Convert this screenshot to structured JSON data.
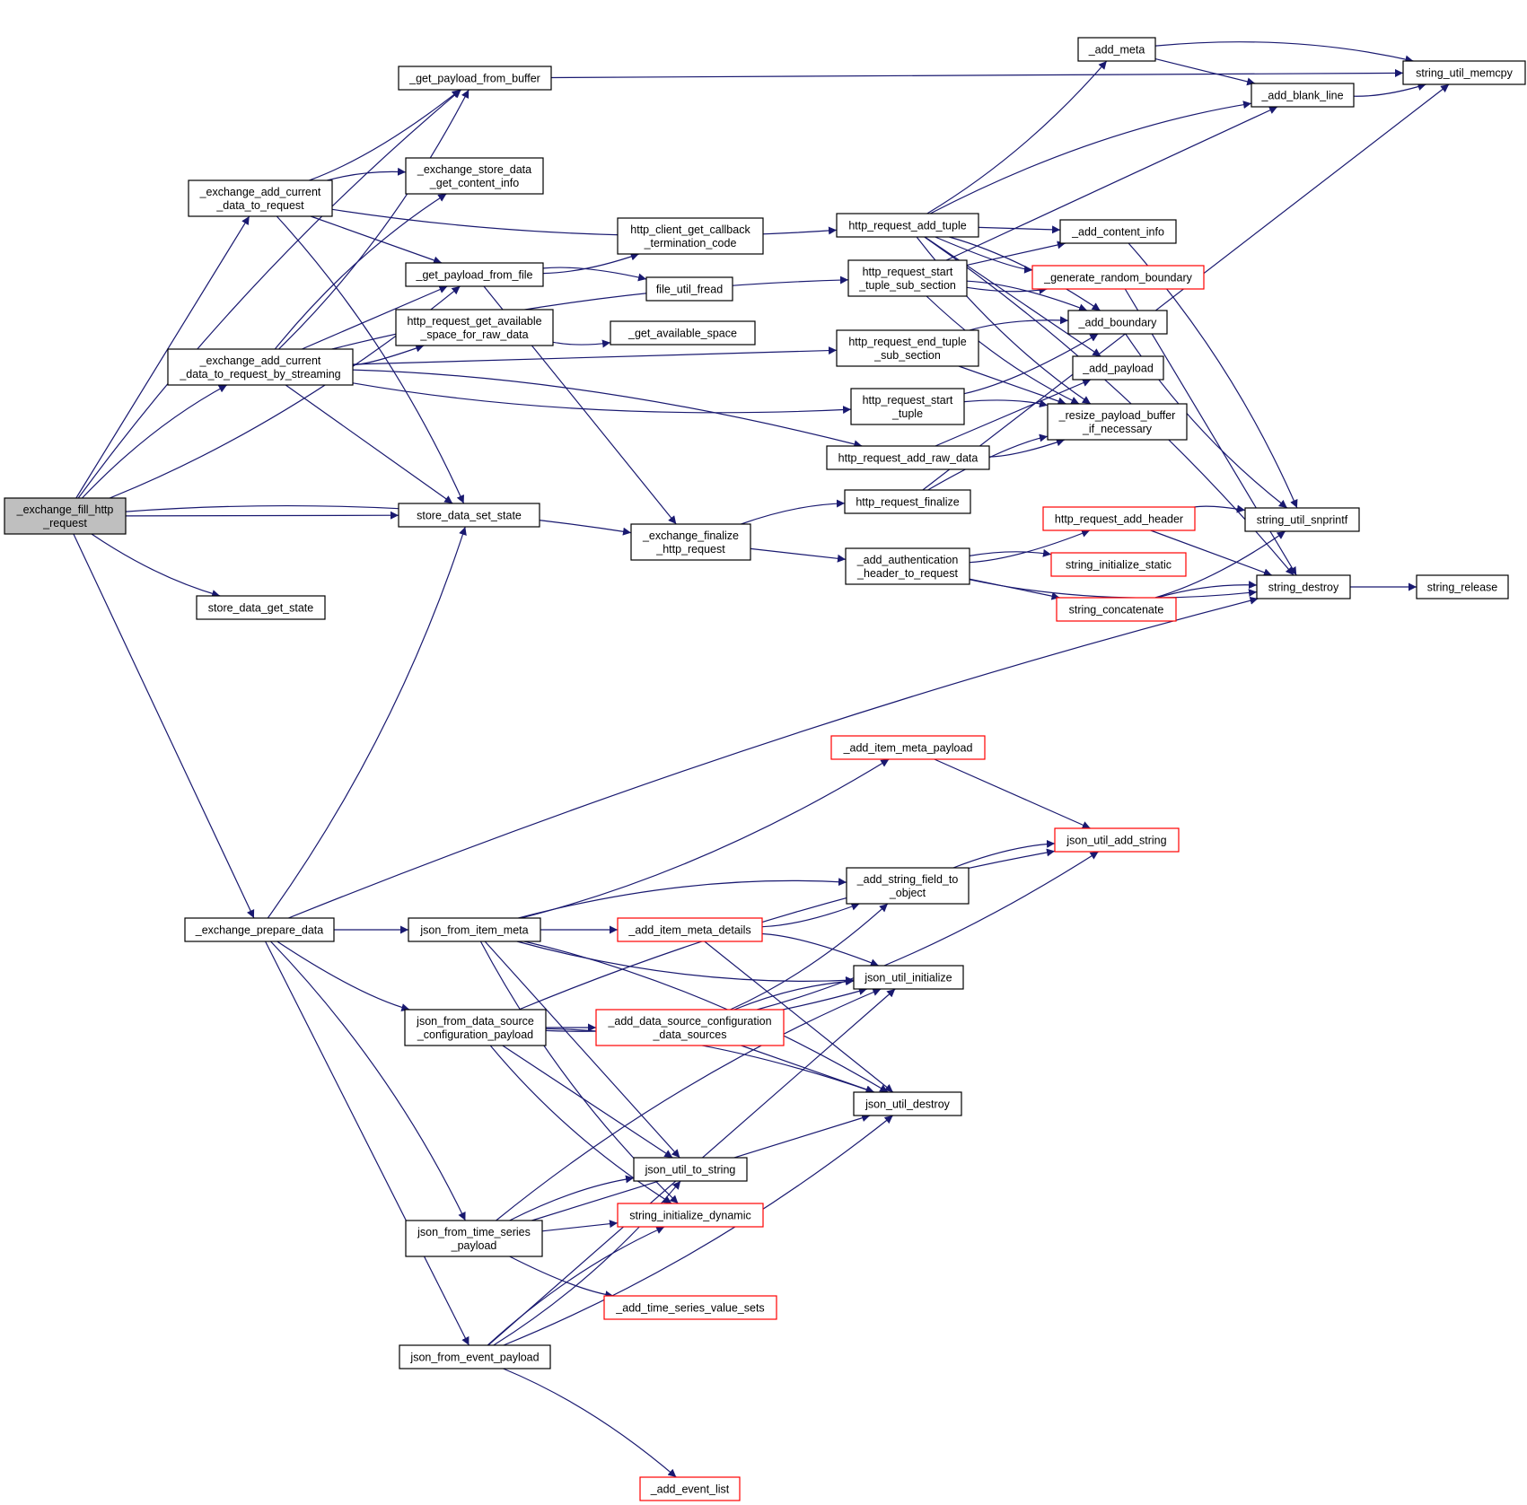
{
  "colors": {
    "edge": "#191970",
    "node_border": "#000000",
    "truncated_node_border": "#ff0000",
    "root_fill": "#bfbfbf",
    "node_fill": "#ffffff"
  },
  "nodes": [
    {
      "id": "root",
      "lines": [
        "_exchange_fill_http",
        "_request"
      ],
      "root": true
    },
    {
      "id": "get_payload_from_buffer",
      "lines": [
        "_get_payload_from_buffer"
      ]
    },
    {
      "id": "exchange_add_current",
      "lines": [
        "_exchange_add_current",
        "_data_to_request"
      ]
    },
    {
      "id": "exchange_store_data",
      "lines": [
        "_exchange_store_data",
        "_get_content_info"
      ]
    },
    {
      "id": "get_payload_from_file",
      "lines": [
        "_get_payload_from_file"
      ]
    },
    {
      "id": "http_request_get_available",
      "lines": [
        "http_request_get_available",
        "_space_for_raw_data"
      ]
    },
    {
      "id": "exchange_add_streaming",
      "lines": [
        "_exchange_add_current",
        "_data_to_request_by_streaming"
      ]
    },
    {
      "id": "store_data_set_state",
      "lines": [
        "store_data_set_state"
      ]
    },
    {
      "id": "store_data_get_state",
      "lines": [
        "store_data_get_state"
      ]
    },
    {
      "id": "http_client_get_callback",
      "lines": [
        "http_client_get_callback",
        "_termination_code"
      ]
    },
    {
      "id": "file_util_fread",
      "lines": [
        "file_util_fread"
      ]
    },
    {
      "id": "get_available_space",
      "lines": [
        "_get_available_space"
      ]
    },
    {
      "id": "exchange_finalize",
      "lines": [
        "_exchange_finalize",
        "_http_request"
      ]
    },
    {
      "id": "http_request_add_tuple",
      "lines": [
        "http_request_add_tuple"
      ]
    },
    {
      "id": "http_request_start_sub",
      "lines": [
        "http_request_start",
        "_tuple_sub_section"
      ]
    },
    {
      "id": "http_request_end_tuple",
      "lines": [
        "http_request_end_tuple",
        "_sub_section"
      ]
    },
    {
      "id": "http_request_start_tuple",
      "lines": [
        "http_request_start",
        "_tuple"
      ]
    },
    {
      "id": "http_request_add_raw_data",
      "lines": [
        "http_request_add_raw_data"
      ]
    },
    {
      "id": "http_request_finalize",
      "lines": [
        "http_request_finalize"
      ]
    },
    {
      "id": "add_authentication",
      "lines": [
        "_add_authentication",
        "_header_to_request"
      ]
    },
    {
      "id": "add_meta",
      "lines": [
        "_add_meta"
      ]
    },
    {
      "id": "add_content_info",
      "lines": [
        "_add_content_info"
      ]
    },
    {
      "id": "generate_random_boundary",
      "lines": [
        "_generate_random_boundary"
      ],
      "red": true
    },
    {
      "id": "add_boundary",
      "lines": [
        "_add_boundary"
      ]
    },
    {
      "id": "add_payload",
      "lines": [
        "_add_payload"
      ]
    },
    {
      "id": "resize_payload_buffer",
      "lines": [
        "_resize_payload_buffer",
        "_if_necessary"
      ]
    },
    {
      "id": "http_request_add_header",
      "lines": [
        "http_request_add_header"
      ],
      "red": true
    },
    {
      "id": "string_initialize_static",
      "lines": [
        "string_initialize_static"
      ],
      "red": true
    },
    {
      "id": "string_concatenate",
      "lines": [
        "string_concatenate"
      ],
      "red": true
    },
    {
      "id": "add_blank_line",
      "lines": [
        "_add_blank_line"
      ]
    },
    {
      "id": "string_util_memcpy",
      "lines": [
        "string_util_memcpy"
      ]
    },
    {
      "id": "string_util_snprintf",
      "lines": [
        "string_util_snprintf"
      ]
    },
    {
      "id": "string_destroy",
      "lines": [
        "string_destroy"
      ]
    },
    {
      "id": "string_release",
      "lines": [
        "string_release"
      ]
    },
    {
      "id": "exchange_prepare_data",
      "lines": [
        "_exchange_prepare_data"
      ]
    },
    {
      "id": "json_from_item_meta",
      "lines": [
        "json_from_item_meta"
      ]
    },
    {
      "id": "json_from_data_source",
      "lines": [
        "json_from_data_source",
        "_configuration_payload"
      ]
    },
    {
      "id": "json_from_time_series",
      "lines": [
        "json_from_time_series",
        "_payload"
      ]
    },
    {
      "id": "json_from_event_payload",
      "lines": [
        "json_from_event_payload"
      ]
    },
    {
      "id": "add_item_meta_payload",
      "lines": [
        "_add_item_meta_payload"
      ],
      "red": true
    },
    {
      "id": "add_item_meta_details",
      "lines": [
        "_add_item_meta_details"
      ],
      "red": true
    },
    {
      "id": "add_data_source_config",
      "lines": [
        "_add_data_source_configuration",
        "_data_sources"
      ],
      "red": true
    },
    {
      "id": "json_util_to_string",
      "lines": [
        "json_util_to_string"
      ]
    },
    {
      "id": "string_initialize_dynamic",
      "lines": [
        "string_initialize_dynamic"
      ],
      "red": true
    },
    {
      "id": "add_time_series_value_sets",
      "lines": [
        "_add_time_series_value_sets"
      ],
      "red": true
    },
    {
      "id": "add_event_list",
      "lines": [
        "_add_event_list"
      ],
      "red": true
    },
    {
      "id": "add_string_field",
      "lines": [
        "_add_string_field_to",
        "_object"
      ]
    },
    {
      "id": "json_util_initialize",
      "lines": [
        "json_util_initialize"
      ]
    },
    {
      "id": "json_util_destroy",
      "lines": [
        "json_util_destroy"
      ]
    },
    {
      "id": "json_util_add_string",
      "lines": [
        "json_util_add_string"
      ],
      "red": true
    }
  ],
  "edges": [
    [
      "root",
      "get_payload_from_buffer"
    ],
    [
      "root",
      "exchange_add_current"
    ],
    [
      "root",
      "get_payload_from_file"
    ],
    [
      "root",
      "exchange_add_streaming"
    ],
    [
      "root",
      "store_data_set_state"
    ],
    [
      "root",
      "store_data_get_state"
    ],
    [
      "root",
      "exchange_finalize"
    ],
    [
      "root",
      "exchange_prepare_data"
    ],
    [
      "exchange_add_current",
      "get_payload_from_buffer"
    ],
    [
      "exchange_add_current",
      "exchange_store_data"
    ],
    [
      "exchange_add_current",
      "get_payload_from_file"
    ],
    [
      "exchange_add_current",
      "http_request_add_tuple"
    ],
    [
      "exchange_add_current",
      "store_data_set_state"
    ],
    [
      "get_payload_from_buffer",
      "string_util_memcpy"
    ],
    [
      "get_payload_from_file",
      "http_client_get_callback"
    ],
    [
      "get_payload_from_file",
      "file_util_fread"
    ],
    [
      "get_payload_from_file",
      "exchange_finalize"
    ],
    [
      "exchange_add_streaming",
      "get_payload_from_buffer"
    ],
    [
      "exchange_add_streaming",
      "exchange_store_data"
    ],
    [
      "exchange_add_streaming",
      "get_payload_from_file"
    ],
    [
      "exchange_add_streaming",
      "http_request_get_available"
    ],
    [
      "exchange_add_streaming",
      "http_request_start_sub"
    ],
    [
      "exchange_add_streaming",
      "http_request_end_tuple"
    ],
    [
      "exchange_add_streaming",
      "http_request_start_tuple"
    ],
    [
      "exchange_add_streaming",
      "http_request_add_raw_data"
    ],
    [
      "exchange_add_streaming",
      "store_data_set_state"
    ],
    [
      "http_request_get_available",
      "get_available_space"
    ],
    [
      "exchange_finalize",
      "http_request_finalize"
    ],
    [
      "exchange_finalize",
      "add_authentication"
    ],
    [
      "http_request_add_tuple",
      "add_meta"
    ],
    [
      "http_request_add_tuple",
      "add_blank_line"
    ],
    [
      "http_request_add_tuple",
      "add_content_info"
    ],
    [
      "http_request_add_tuple",
      "generate_random_boundary"
    ],
    [
      "http_request_add_tuple",
      "add_boundary"
    ],
    [
      "http_request_add_tuple",
      "add_payload"
    ],
    [
      "http_request_add_tuple",
      "resize_payload_buffer"
    ],
    [
      "http_request_add_tuple",
      "string_destroy"
    ],
    [
      "http_request_start_sub",
      "add_content_info"
    ],
    [
      "http_request_start_sub",
      "generate_random_boundary"
    ],
    [
      "http_request_start_sub",
      "add_boundary"
    ],
    [
      "http_request_start_sub",
      "add_blank_line"
    ],
    [
      "http_request_start_sub",
      "resize_payload_buffer"
    ],
    [
      "http_request_end_tuple",
      "add_boundary"
    ],
    [
      "http_request_end_tuple",
      "resize_payload_buffer"
    ],
    [
      "http_request_start_tuple",
      "add_boundary"
    ],
    [
      "http_request_start_tuple",
      "resize_payload_buffer"
    ],
    [
      "http_request_add_raw_data",
      "add_payload"
    ],
    [
      "http_request_add_raw_data",
      "resize_payload_buffer"
    ],
    [
      "http_request_finalize",
      "resize_payload_buffer"
    ],
    [
      "http_request_finalize",
      "string_util_memcpy"
    ],
    [
      "add_authentication",
      "http_request_add_header"
    ],
    [
      "add_authentication",
      "string_initialize_static"
    ],
    [
      "add_authentication",
      "string_concatenate"
    ],
    [
      "add_authentication",
      "string_destroy"
    ],
    [
      "add_meta",
      "string_util_memcpy"
    ],
    [
      "add_meta",
      "add_blank_line"
    ],
    [
      "add_blank_line",
      "string_util_memcpy"
    ],
    [
      "add_content_info",
      "string_util_snprintf"
    ],
    [
      "generate_random_boundary",
      "string_destroy"
    ],
    [
      "add_boundary",
      "string_util_snprintf"
    ],
    [
      "http_request_add_header",
      "string_util_snprintf"
    ],
    [
      "http_request_add_header",
      "string_destroy"
    ],
    [
      "string_concatenate",
      "string_util_snprintf"
    ],
    [
      "string_concatenate",
      "string_destroy"
    ],
    [
      "string_destroy",
      "string_release"
    ],
    [
      "exchange_prepare_data",
      "store_data_set_state"
    ],
    [
      "exchange_prepare_data",
      "string_destroy"
    ],
    [
      "exchange_prepare_data",
      "json_from_item_meta"
    ],
    [
      "exchange_prepare_data",
      "json_from_data_source"
    ],
    [
      "exchange_prepare_data",
      "json_from_time_series"
    ],
    [
      "exchange_prepare_data",
      "json_from_event_payload"
    ],
    [
      "json_from_item_meta",
      "add_item_meta_payload"
    ],
    [
      "json_from_item_meta",
      "add_string_field"
    ],
    [
      "json_from_item_meta",
      "add_item_meta_details"
    ],
    [
      "json_from_item_meta",
      "json_util_initialize"
    ],
    [
      "json_from_item_meta",
      "json_util_destroy"
    ],
    [
      "json_from_item_meta",
      "json_util_to_string"
    ],
    [
      "json_from_item_meta",
      "string_initialize_dynamic"
    ],
    [
      "json_from_data_source",
      "json_util_add_string"
    ],
    [
      "json_from_data_source",
      "add_data_source_config"
    ],
    [
      "json_from_data_source",
      "json_util_initialize"
    ],
    [
      "json_from_data_source",
      "json_util_destroy"
    ],
    [
      "json_from_data_source",
      "json_util_to_string"
    ],
    [
      "json_from_data_source",
      "string_initialize_dynamic"
    ],
    [
      "json_from_time_series",
      "json_util_to_string"
    ],
    [
      "json_from_time_series",
      "string_initialize_dynamic"
    ],
    [
      "json_from_time_series",
      "add_time_series_value_sets"
    ],
    [
      "json_from_time_series",
      "json_util_initialize"
    ],
    [
      "json_from_time_series",
      "json_util_destroy"
    ],
    [
      "json_from_event_payload",
      "json_util_to_string"
    ],
    [
      "json_from_event_payload",
      "string_initialize_dynamic"
    ],
    [
      "json_from_event_payload",
      "json_util_initialize"
    ],
    [
      "json_from_event_payload",
      "json_util_destroy"
    ],
    [
      "json_from_event_payload",
      "add_event_list"
    ],
    [
      "add_item_meta_payload",
      "json_util_add_string"
    ],
    [
      "add_item_meta_details",
      "add_string_field"
    ],
    [
      "add_item_meta_details",
      "json_util_initialize"
    ],
    [
      "add_item_meta_details",
      "json_util_destroy"
    ],
    [
      "add_data_source_config",
      "add_string_field"
    ],
    [
      "add_data_source_config",
      "json_util_initialize"
    ],
    [
      "add_data_source_config",
      "json_util_destroy"
    ],
    [
      "add_data_source_config",
      "json_util_add_string"
    ],
    [
      "add_string_field",
      "json_util_add_string"
    ]
  ]
}
